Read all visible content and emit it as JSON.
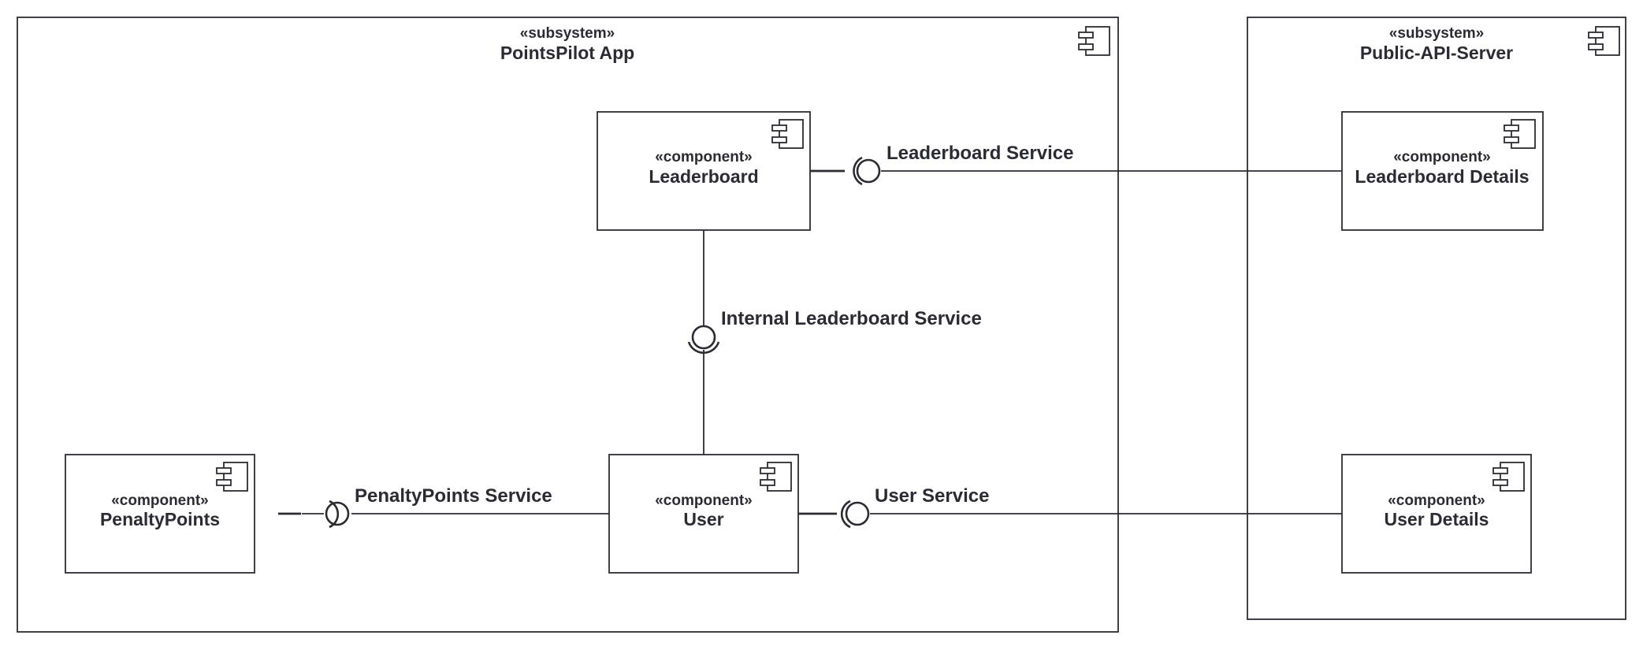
{
  "subsystems": {
    "app": {
      "stereotype": "«subsystem»",
      "name": "PointsPilot App"
    },
    "api": {
      "stereotype": "«subsystem»",
      "name": "Public-API-Server"
    }
  },
  "components": {
    "leaderboard": {
      "stereotype": "«component»",
      "name": "Leaderboard"
    },
    "penalty_points": {
      "stereotype": "«component»",
      "name": "PenaltyPoints"
    },
    "user": {
      "stereotype": "«component»",
      "name": "User"
    },
    "leaderboard_details": {
      "stereotype": "«component»",
      "name": "Leaderboard Details"
    },
    "user_details": {
      "stereotype": "«component»",
      "name": "User Details"
    }
  },
  "interfaces": {
    "leaderboard_service": "Leaderboard Service",
    "internal_leaderboard_service": "Internal Leaderboard Service",
    "penalty_points_service": "PenaltyPoints Service",
    "user_service": "User Service"
  },
  "icons": {
    "component": "component-icon"
  }
}
